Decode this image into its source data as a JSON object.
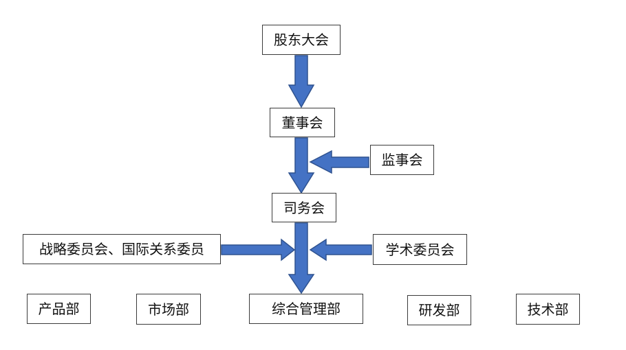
{
  "nodes": {
    "shareholders_meeting": "股东大会",
    "board_of_directors": "董事会",
    "board_of_supervisors": "监事会",
    "affairs_council": "司务会",
    "strategy_committee": "战略委员会、国际关系委员",
    "academic_committee": "学术委员会",
    "product_department": "产品部",
    "marketing_department": "市场部",
    "general_management_department": "综合管理部",
    "rd_department": "研发部",
    "technology_department": "技术部"
  },
  "colors": {
    "arrow_fill": "#4472C4",
    "arrow_stroke": "#2F528F",
    "box_border": "#3a3a3a"
  }
}
